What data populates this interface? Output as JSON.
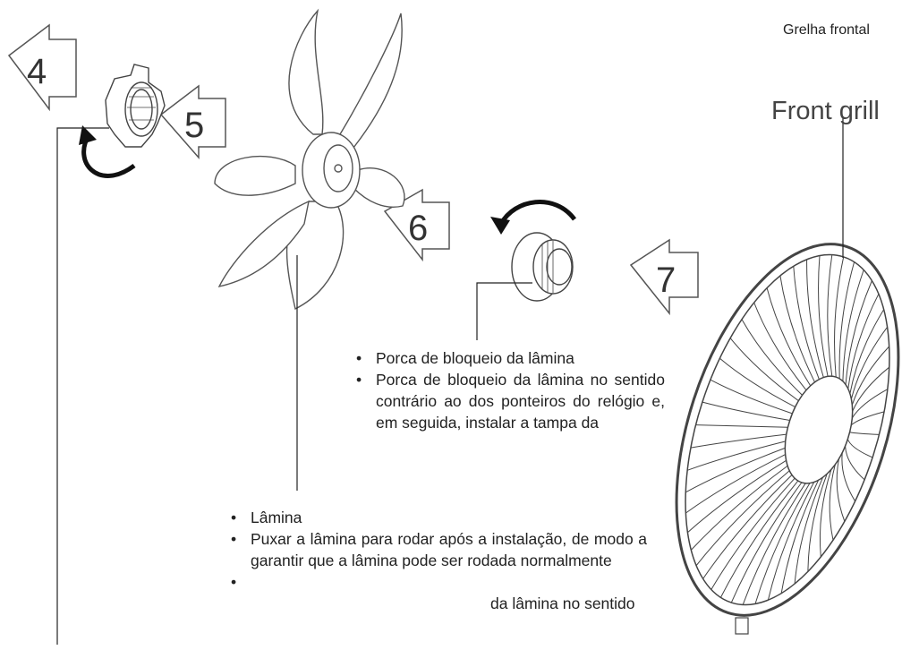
{
  "labels": {
    "grelha_frontal": "Grelha frontal",
    "front_grill": "Front grill"
  },
  "callouts": {
    "porca": {
      "item1": "Porca de bloqueio da lâmina",
      "item2": "Porca de bloqueio da lâmina no sentido contrário ao dos ponteiros do relógio e, em seguida, instalar a tampa da"
    },
    "lamina": {
      "item1": "Lâmina",
      "item2": "Puxar a lâmina para rodar após a instalação, de modo a garantir que a lâmina pode ser rodada normalmente",
      "item3": "",
      "item4": "da lâmina no sentido"
    }
  },
  "step_numbers": [
    "4",
    "5",
    "6",
    "7"
  ],
  "icons": {
    "bullet": "•",
    "rotation_arrow": "curved-rotation-arrow-icon"
  }
}
